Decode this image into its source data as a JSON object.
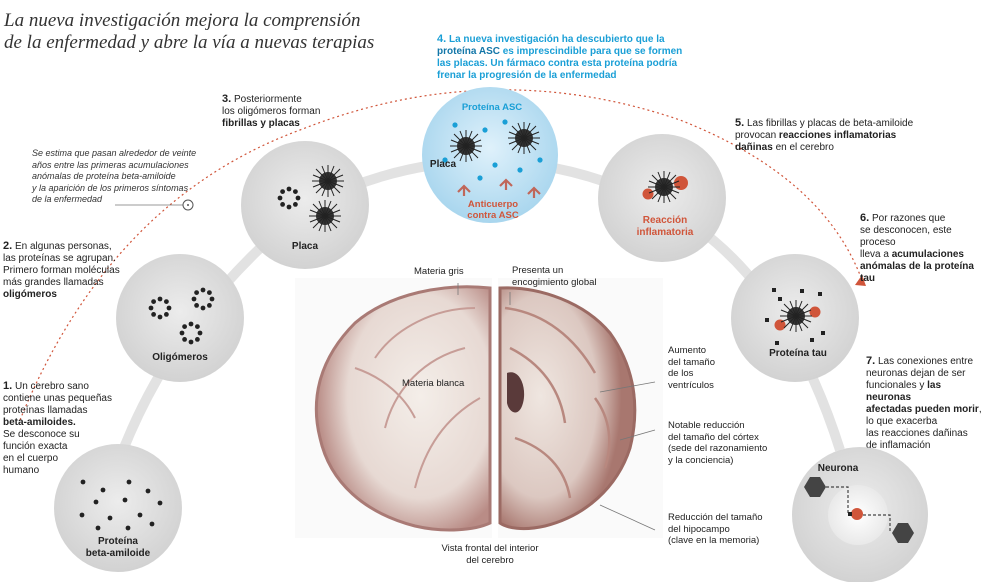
{
  "title": {
    "line1": "La nueva investigación mejora la comprensión",
    "line2": "de la enfermedad y abre la vía a nuevas terapias"
  },
  "steps": {
    "s1": {
      "num": "1.",
      "lines": [
        "Un cerebro sano",
        "contiene unas pequeñas",
        "proteínas llamadas"
      ],
      "bold": "beta-amiloides.",
      "rest": [
        "Se desconoce su",
        "función exacta",
        "en el cuerpo",
        "humano"
      ]
    },
    "s2": {
      "num": "2.",
      "lines": [
        "En algunas personas,",
        "las proteínas se agrupan.",
        "Primero forman moléculas",
        "más grandes llamadas"
      ],
      "bold": "oligómeros"
    },
    "s3": {
      "num": "3.",
      "line1": "Posteriormente",
      "line2": "los oligómeros forman",
      "bold": "fibrillas y placas"
    },
    "s4": {
      "num": "4.",
      "line1": "La nueva investigación ha descubierto que la",
      "bold": "proteína ASC",
      "line2": "es imprescindible para que se formen",
      "line3": "las placas. Un fármaco contra esta proteína podría",
      "line4": "frenar la progresión de la enfermedad"
    },
    "s5": {
      "num": "5.",
      "line1": "Las fibrillas y placas de beta-amiloide",
      "line2a": "provocan",
      "bold1": "reacciones inflamatorias",
      "bold2": "dañinas",
      "line3": "en el cerebro"
    },
    "s6": {
      "num": "6.",
      "line1": "Por razones que",
      "line2": "se desconocen, este proceso",
      "line3a": "lleva a",
      "bold1": "acumulaciones",
      "bold2": "anómalas de la proteína",
      "bold3": "tau"
    },
    "s7": {
      "num": "7.",
      "line1": "Las conexiones entre",
      "line2": "neuronas dejan de ser",
      "line3a": "funcionales y",
      "bold1": "las neuronas",
      "bold2": "afectadas pueden morir",
      "line4": ", lo que exacerba",
      "line5": "las reacciones dañinas",
      "line6": "de inflamación"
    }
  },
  "time_note": [
    "Se estima que pasan alrededor de veinte",
    "años entre las primeras acumulaciones",
    "anómalas de proteína beta-amiloide",
    "y la aparición de los primeros síntomas",
    "de la enfermedad"
  ],
  "circles": {
    "beta": {
      "line1": "Proteína",
      "line2": "beta-amiloide"
    },
    "oligomeros": "Oligómeros",
    "placa": "Placa",
    "asc": {
      "top": "Proteína ASC",
      "placa": "Placa",
      "anti1": "Anticuerpo",
      "anti2": "contra ASC"
    },
    "reaccion": {
      "line1": "Reacción",
      "line2": "inflamatoria"
    },
    "tau": "Proteína tau",
    "neurona": "Neurona"
  },
  "brain": {
    "materia_gris": "Materia gris",
    "materia_blanca": "Materia blanca",
    "encogimiento": [
      "Presenta un",
      "encogimiento global"
    ],
    "ventriculos": [
      "Aumento",
      "del tamaño",
      "de los",
      "ventrículos"
    ],
    "cortex": [
      "Notable reducción",
      "del tamaño del córtex",
      "(sede del razonamiento",
      "y la conciencia)"
    ],
    "hipocampo": [
      "Reducción del tamaño",
      "del hipocampo",
      "(clave en la memoria)"
    ],
    "caption": [
      "Vista frontal del interior",
      "del cerebro"
    ]
  },
  "colors": {
    "accent_blue": "#1a9fd6",
    "accent_red": "#d0553a",
    "circle_gray": "#d9d9d9",
    "circle_blue": "#b9def2"
  }
}
